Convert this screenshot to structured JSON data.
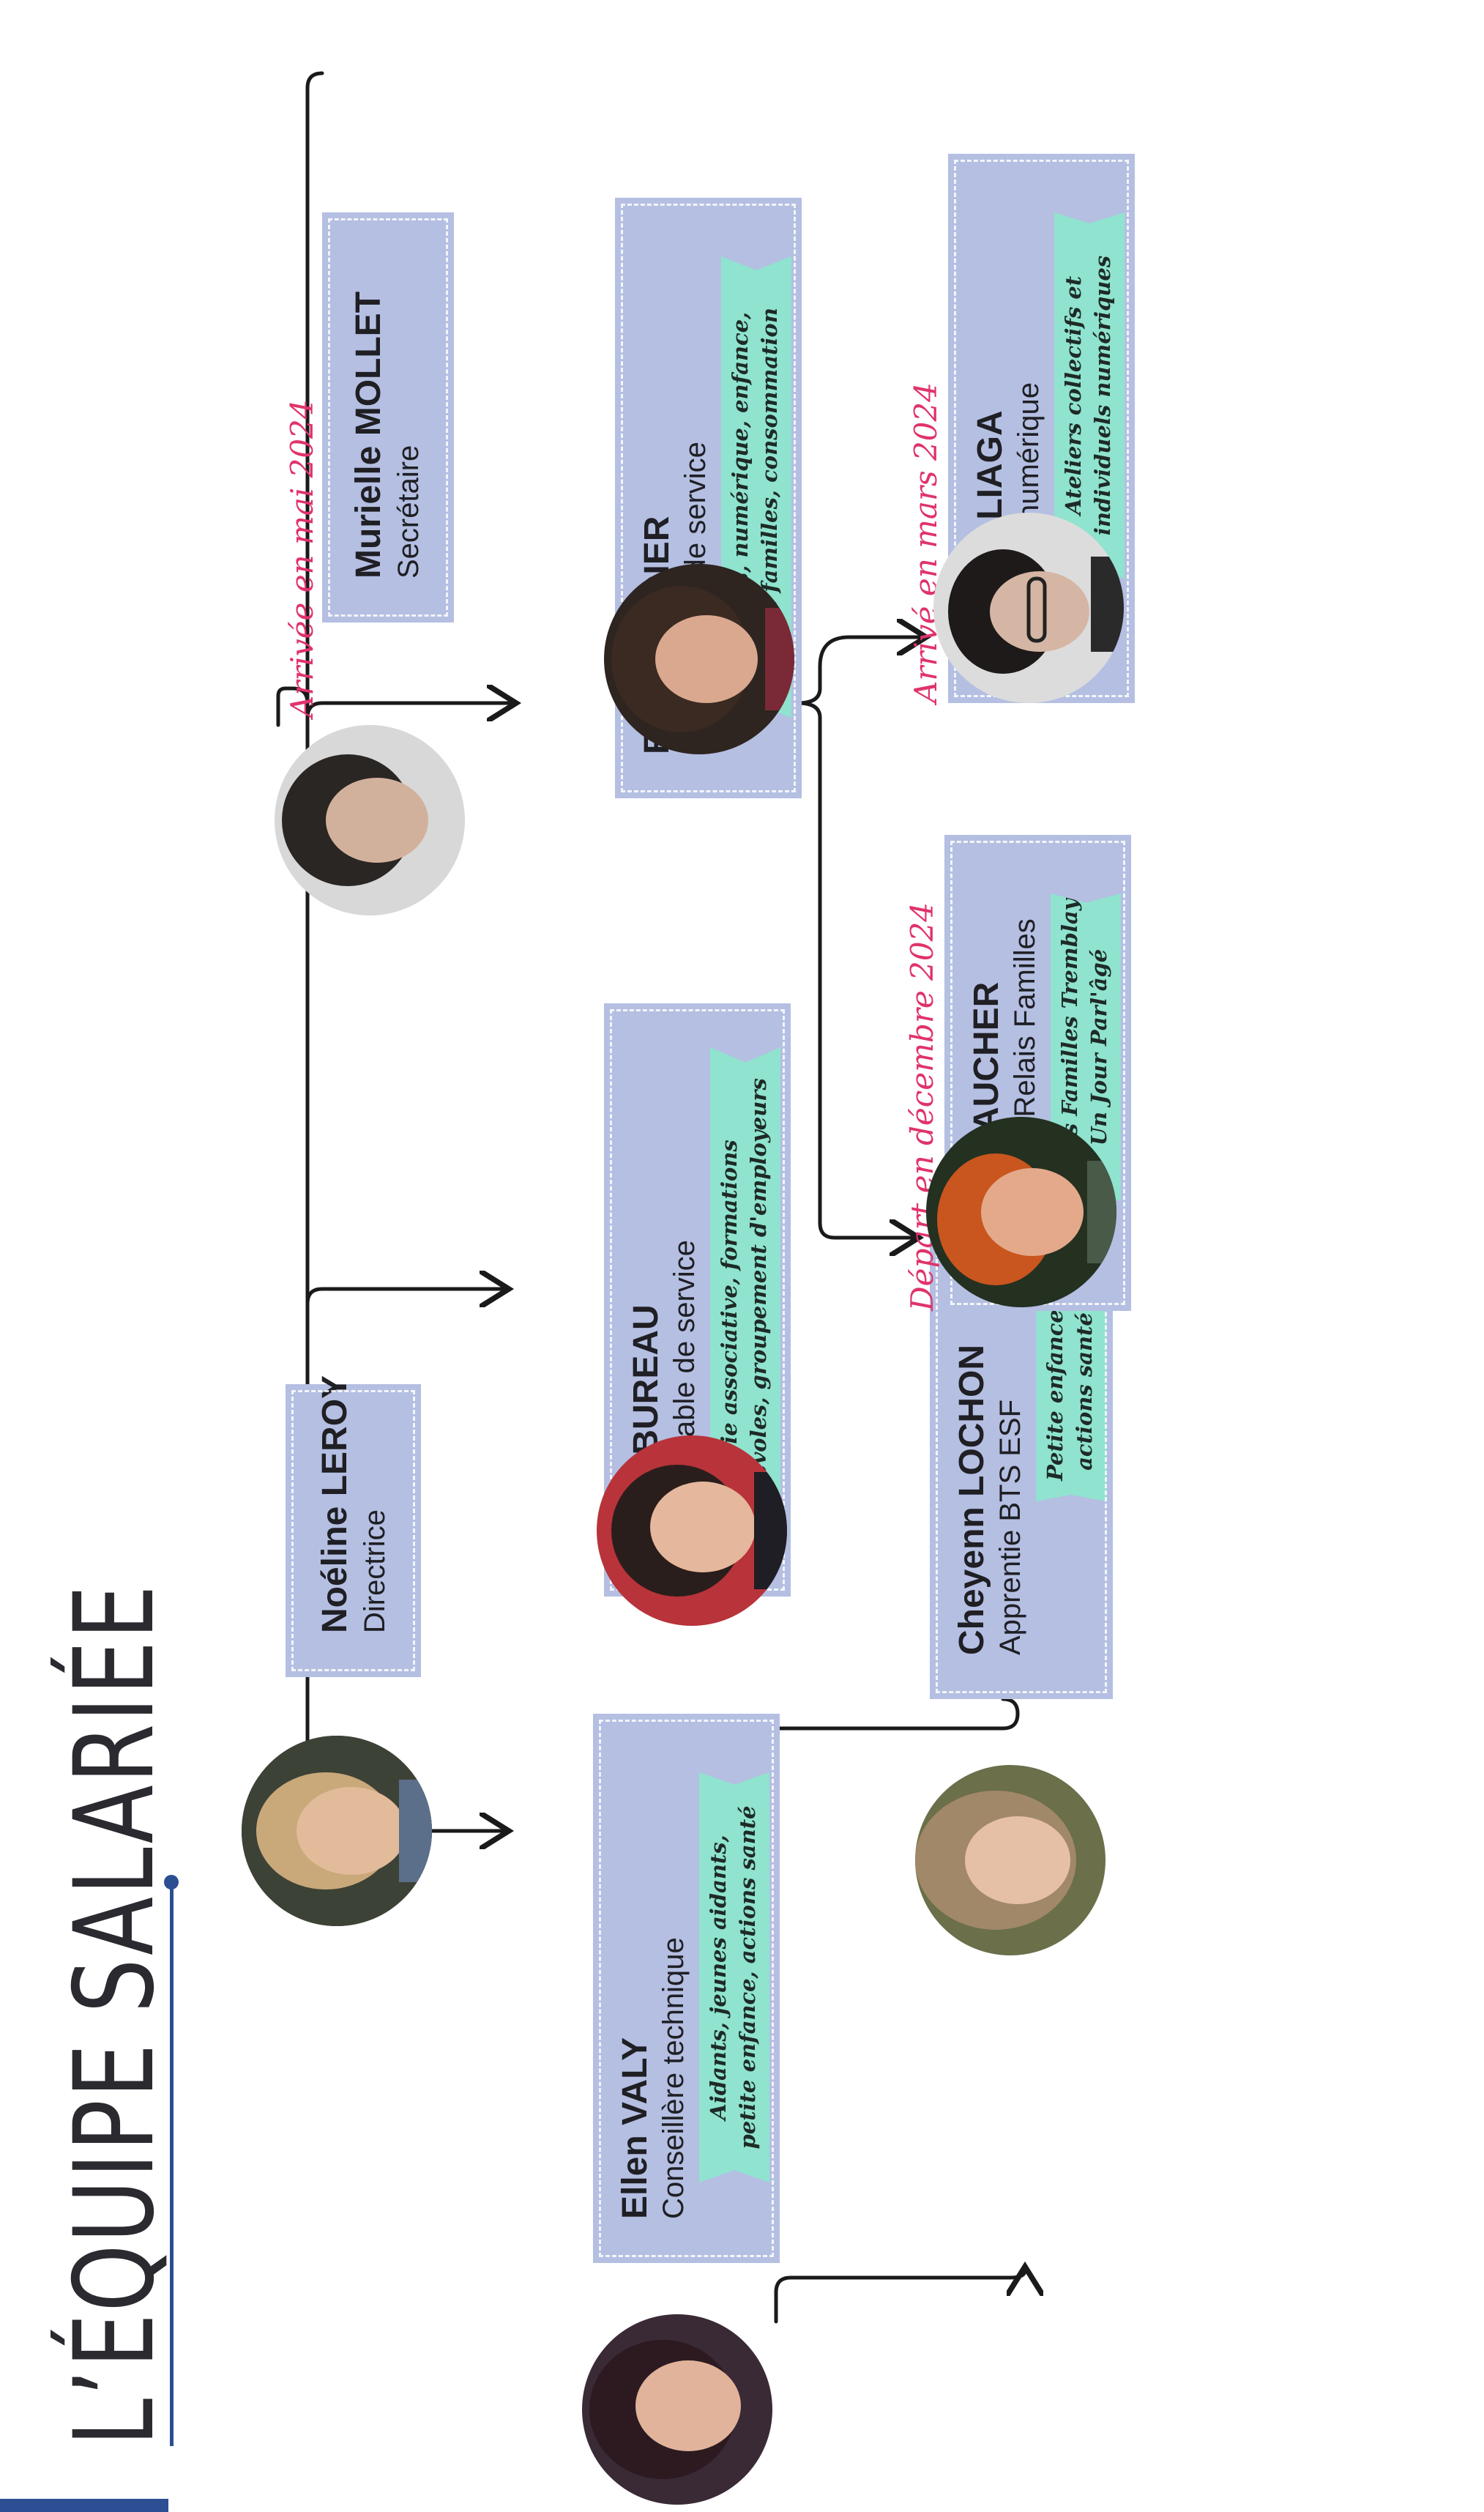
{
  "title": "L’ÉQUIPE SALARIÉE",
  "colors": {
    "accent": "#2c4e93",
    "card": "#b4bfe2",
    "tag": "#8fe3cf",
    "note": "#e0336a",
    "line": "#1a1a1a"
  },
  "people": [
    {
      "name": "Noéline LEROY",
      "role": "Directrice",
      "tag": "",
      "note": ""
    },
    {
      "name": "Ellen VALY",
      "role": "Conseillère technique",
      "tag": "Aidants, jeunes aidants,\npetite enfance, actions santé",
      "note": ""
    },
    {
      "name": "Cheyenn LOCHON",
      "role": "Apprentie BTS ESF",
      "tag": "Petite enfance,\nactions santé",
      "note": ""
    },
    {
      "name": "Anne BUREAU",
      "role": "Responsable de service",
      "tag": "Vie associative, formations\nbénévoles, groupement d'employeurs",
      "note": ""
    },
    {
      "name": "Murielle MOLLET",
      "role": "Secrétaire",
      "tag": "",
      "note": "Arrivée en mai 2024"
    },
    {
      "name": "Ellie VERDIER",
      "role": "Responsable de service",
      "tag": "Séniors, numérique, enfance,\nrelais familles, consommation",
      "note": ""
    },
    {
      "name": "Robin BAUCHER",
      "role": "Accueillant Relais Familles",
      "tag": "Relais Familles Tremblay\nUn Jour Parl'âgé",
      "note": "Départ en décembre 2024"
    },
    {
      "name": "Jorian ALIAGA",
      "role": "Conseiller numérique",
      "tag": "Ateliers collectifs et\nindividuels numériques",
      "note": "Arrivé en mars 2024"
    }
  ]
}
